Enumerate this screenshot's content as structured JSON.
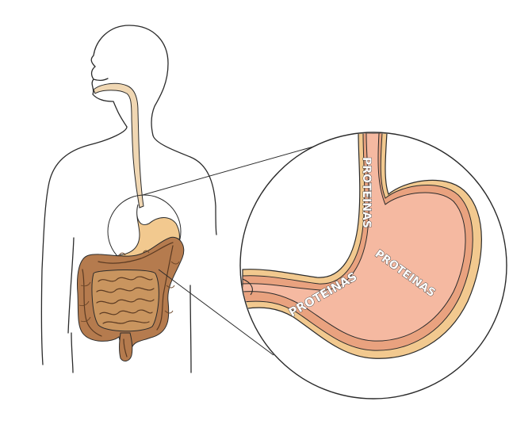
{
  "illustration": {
    "stomach_labels": {
      "esophagus_column": "PROTEINAS",
      "upper_curve": "PROTEINAS",
      "lower_jumble": "PROTEINAS"
    },
    "colors": {
      "outline": "#2b2b2b",
      "esophagus": "#f0d7b3",
      "stomach_outer": "#f2c98f",
      "stomach_wall": "#e9a27f",
      "stomach_lining": "#f5b9a1",
      "intestine": "#b57b4e",
      "intestine_light": "#c9955f"
    }
  }
}
